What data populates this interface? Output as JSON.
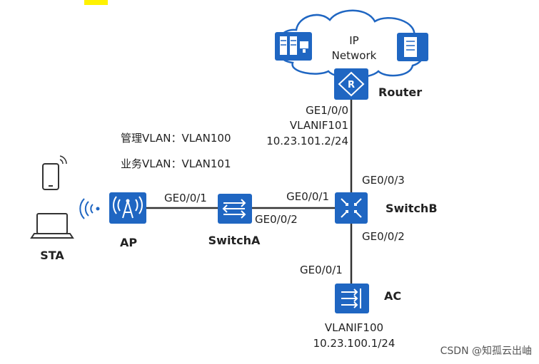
{
  "cloud": {
    "line1": "IP",
    "line2": "Network"
  },
  "devices": {
    "router": "Router",
    "switchb": "SwitchB",
    "switcha": "SwitchA",
    "ap": "AP",
    "ac": "AC",
    "sta": "STA"
  },
  "ports": {
    "router_port": "GE1/0/0",
    "router_vlanif": "VLANIF101",
    "router_ip": "10.23.101.2/24",
    "swb_up": "GE0/0/3",
    "swb_left": "GE0/0/1",
    "swb_down": "GE0/0/2",
    "swa_left": "GE0/0/1",
    "swa_right": "GE0/0/2",
    "ac_port": "GE0/0/1",
    "ac_vlanif": "VLANIF100",
    "ac_ip": "10.23.100.1/24"
  },
  "vlans": {
    "mgmt": "管理VLAN：VLAN100",
    "service": "业务VLAN：VLAN101"
  },
  "watermark": "CSDN @知孤云出岫",
  "colors": {
    "device_blue": "#1f66c2",
    "line": "#333333",
    "highlight": "#fff200"
  }
}
